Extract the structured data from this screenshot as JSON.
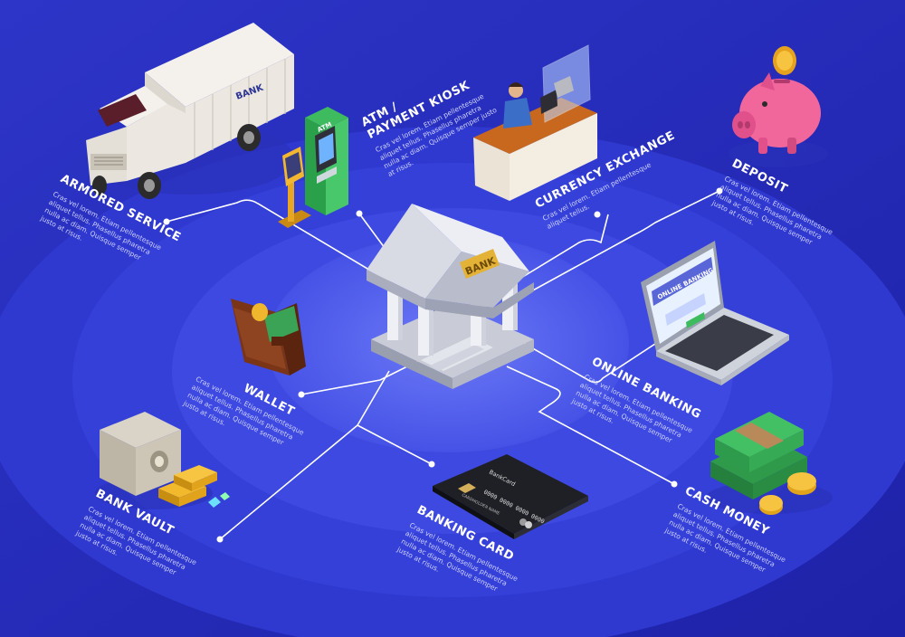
{
  "center": {
    "sign": "BANK"
  },
  "truck": {
    "side_text": "BANK"
  },
  "atm": {
    "screen_text": "ATM"
  },
  "laptop": {
    "screen_title": "ONLINE BANKING"
  },
  "card": {
    "brand": "BankCard",
    "number": "0000 0000 0000 0000",
    "holder": "CARDHOLDER NAME"
  },
  "nodes": [
    {
      "id": "armored-service",
      "title": [
        "ARMORED SERVICE"
      ],
      "desc": [
        "Cras vel lorem. Etiam pellentesque",
        "aliquet tellus. Phasellus pharetra",
        "nulla ac diam. Quisque semper",
        "justo at risus."
      ]
    },
    {
      "id": "atm-payment-kiosk",
      "title": [
        "ATM /",
        "PAYMENT KIOSK"
      ],
      "desc": [
        "Cras vel lorem. Etiam pellentesque",
        "aliquet tellus. Phasellus pharetra",
        "nulla ac diam. Quisque semper justo",
        "at risus."
      ]
    },
    {
      "id": "currency-exchange",
      "title": [
        "CURRENCY EXCHANGE"
      ],
      "desc": [
        "Cras vel lorem. Etiam pellentesque",
        "aliquet tellus."
      ]
    },
    {
      "id": "deposit",
      "title": [
        "DEPOSIT"
      ],
      "desc": [
        "Cras vel lorem. Etiam pellentesque",
        "aliquet tellus. Phasellus pharetra",
        "nulla ac diam. Quisque semper",
        "justo at risus."
      ]
    },
    {
      "id": "wallet",
      "title": [
        "WALLET"
      ],
      "desc": [
        "Cras vel lorem. Etiam pellentesque",
        "aliquet tellus. Phasellus pharetra",
        "nulla ac diam. Quisque semper",
        "justo at risus."
      ]
    },
    {
      "id": "online-banking",
      "title": [
        "ONLINE BANKING"
      ],
      "desc": [
        "Cras vel lorem. Etiam pellentesque",
        "aliquet tellus. Phasellus pharetra",
        "nulla ac diam. Quisque semper",
        "justo at risus."
      ]
    },
    {
      "id": "bank-vault",
      "title": [
        "BANK VAULT"
      ],
      "desc": [
        "Cras vel lorem. Etiam pellentesque",
        "aliquet tellus. Phasellus pharetra",
        "nulla ac diam. Quisque semper",
        "justo at risus."
      ]
    },
    {
      "id": "banking-card",
      "title": [
        "BANKING CARD"
      ],
      "desc": [
        "Cras vel lorem. Etiam pellentesque",
        "aliquet tellus. Phasellus pharetra",
        "nulla ac diam. Quisque semper",
        "justo at risus."
      ]
    },
    {
      "id": "cash-money",
      "title": [
        "CASH MONEY"
      ],
      "desc": [
        "Cras vel lorem. Etiam pellentesque",
        "aliquet tellus. Phasellus pharetra",
        "nulla ac diam. Quisque semper",
        "justo at risus."
      ]
    }
  ]
}
